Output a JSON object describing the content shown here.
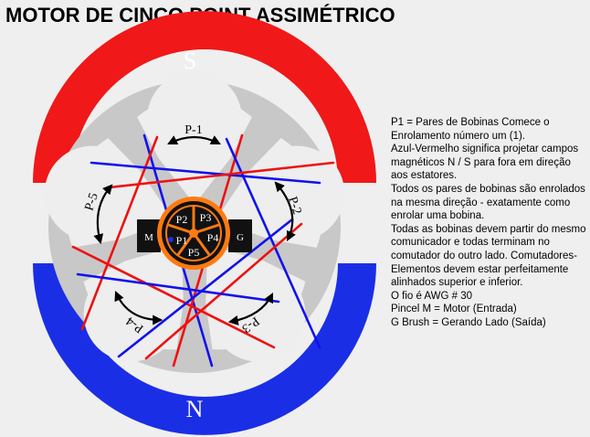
{
  "title": "MOTOR DE CINCO POINT ASSIMÉTRICO",
  "poles": {
    "north": "N",
    "south": "S"
  },
  "pair_labels": [
    "P-1",
    "P-2",
    "P-3",
    "P-4",
    "P-5"
  ],
  "commutator": {
    "segments": [
      "P1",
      "P2",
      "P3",
      "P4",
      "P5"
    ],
    "brush_motor": "M",
    "brush_generator": "G"
  },
  "notes": [
    "P1 = Pares de Bobinas Comece o Enrolamento número um (1).",
    "Azul-Vermelho significa projetar campos magnéticos N / S para fora em direção aos estatores.",
    "Todos os pares de bobinas são enrolados na mesma direção - exatamente como enrolar uma bobina.",
    "Todas as bobinas devem partir do mesmo comunicador e todas terminam no comutador do outro lado. Comutadores-Elementos devem estar perfeitamente alinhados superior e inferior.",
    "O fio é AWG # 30",
    "Pincel M = Motor (Entrada)",
    "G Brush = Gerando Lado (Saída)"
  ],
  "colors": {
    "south_magnet": "#f01818",
    "north_magnet": "#1a2ee6",
    "stator": "#c8c8c8",
    "wire_red": "#ee1111",
    "wire_blue": "#1111ee",
    "commutator_ring": "#ff7a10",
    "brush": "#111111"
  }
}
